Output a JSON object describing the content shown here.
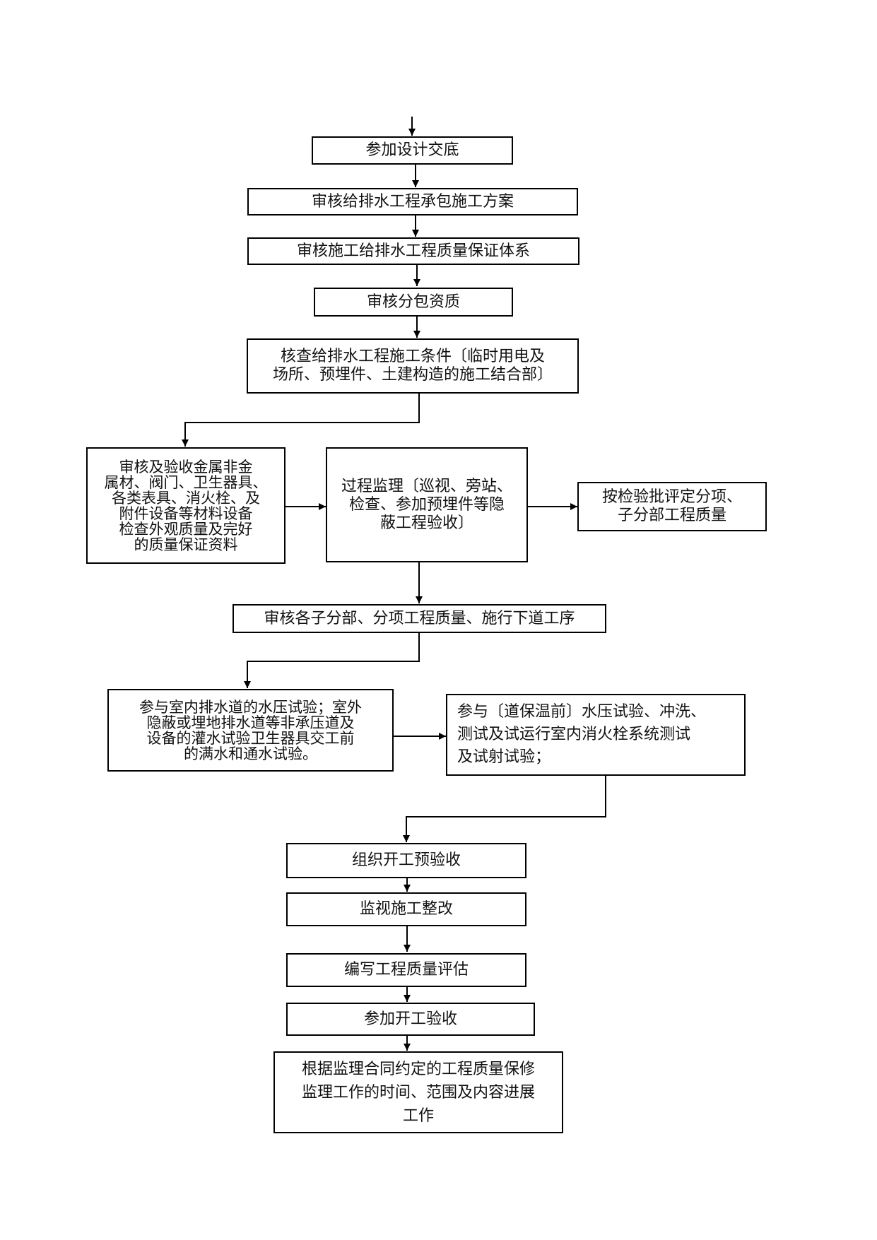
{
  "flowchart": {
    "steps": {
      "s1": "参加设计交底",
      "s2": "审核给排水工程承包施工方案",
      "s3": "审核施工给排水工程质量保证体系",
      "s4": "审核分包资质",
      "s5": "核查给排水工程施工条件〔临时用电及\n场所、预埋件、土建构造的施工结合部〕",
      "s6": "审核及验收金属非金\n属材、阀门、卫生器具、\n各类表具、消火栓、及\n附件设备等材料设备\n检查外观质量及完好\n的质量保证资料",
      "s7": "过程监理〔巡视、旁站、\n检查、参加预埋件等隐\n蔽工程验收〕",
      "s8": "按检验批评定分项、\n子分部工程质量",
      "s9": "审核各子分部、分项工程质量、施行下道工序",
      "s10": "参与室内排水道的水压试验；室外\n隐蔽或埋地排水道等非承压道及\n设备的灌水试验卫生器具交工前\n的满水和通水试验。",
      "s11": "参与〔道保温前〕水压试验、冲洗、\n测试及试运行室内消火栓系统测试\n及试射试验；",
      "s12": "组织开工预验收",
      "s13": "监视施工整改",
      "s14": "编写工程质量评估",
      "s15": "参加开工验收",
      "s16": "根据监理合同约定的工程质量保修\n监理工作的时间、范围及内容进展\n工作"
    }
  }
}
